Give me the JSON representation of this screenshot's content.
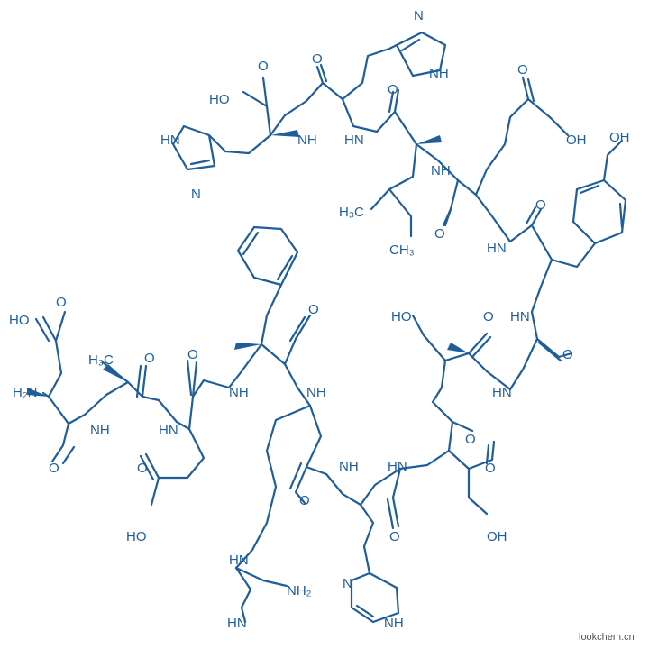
{
  "colors": {
    "structure": "#1f5e99",
    "background": "#ffffff",
    "watermark": "#555555"
  },
  "labels": {
    "his_ring_top_N": "N",
    "his_ring_top_NH": "NH",
    "cooh_top_left": "HO",
    "o_top_left": "O",
    "o_his_top": "O",
    "hn_his_left": "HN",
    "n_his_left": "N",
    "nh_top_1": "NH",
    "hn_top_2": "HN",
    "o_val_top": "O",
    "o_glu_acid": "O",
    "oh_glu_acid": "OH",
    "oh_tyr": "OH",
    "ch3_val_1": "H₃C",
    "ch3_val_2": "CH₃",
    "nh_val": "NH",
    "o_glu_amide": "O",
    "o_tyr_amide": "O",
    "hn_tyr": "HN",
    "o_asp_n_acid": "O",
    "ho_asp_n_acid": "HO",
    "ch3_ala": "H₃C",
    "o_ala": "O",
    "o_glu2": "O",
    "o_phe": "O",
    "ho_ser": "HO",
    "o_ser": "O",
    "hn_ser": "HN",
    "o_gly": "O",
    "h2n": "H₂N",
    "nh_ala": "NH",
    "hn_glu2": "HN",
    "nh_phe": "NH",
    "nh_arg": "NH",
    "hn_gly": "HN",
    "o_asp_n": "O",
    "o_glu2_acid": "O",
    "ho_glu2_acid": "HO",
    "o_arg": "O",
    "nh_his_bottom": "NH",
    "hn_asp": "HN",
    "o_asp_amide": "O",
    "o_his_bottom": "O",
    "o_asp_acid": "O",
    "oh_asp_acid": "OH",
    "hn_guan": "HN",
    "nh2_guan": "NH₂",
    "hn_guan_imine": "HN",
    "n_his_bottom": "N",
    "nh_his_bottom_ring": "NH"
  },
  "watermark": "lookchem.cn"
}
